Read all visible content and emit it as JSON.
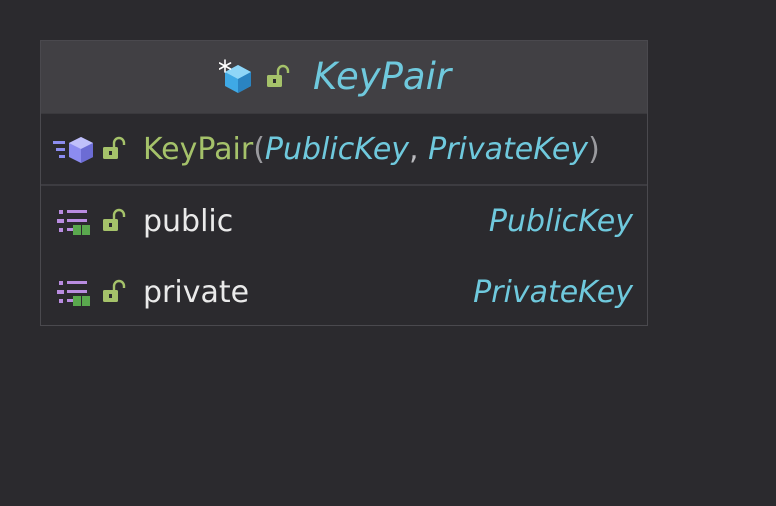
{
  "class": {
    "name": "KeyPair",
    "stereotype_icon": "class-icon",
    "visibility_icon": "public-lock-icon"
  },
  "constructor": {
    "icon": "constructor-icon",
    "visibility_icon": "public-lock-icon",
    "name": "KeyPair",
    "open_paren": "(",
    "params": [
      "PublicKey",
      "PrivateKey"
    ],
    "comma": ", ",
    "close_paren": ")"
  },
  "fields": [
    {
      "icon": "field-icon",
      "visibility_icon": "public-lock-icon",
      "name": "public",
      "type": "PublicKey"
    },
    {
      "icon": "field-icon",
      "visibility_icon": "public-lock-icon",
      "name": "private",
      "type": "PrivateKey"
    }
  ],
  "colors": {
    "background": "#2b2a2e",
    "header": "#414044",
    "type_cyan": "#6fc9dd",
    "method_green": "#a5c26a",
    "lock_green": "#a5c26a",
    "class_icon_blue": "#3fa9e5",
    "constructor_purple": "#8c8cf0",
    "field_purple": "#b98ce0"
  }
}
